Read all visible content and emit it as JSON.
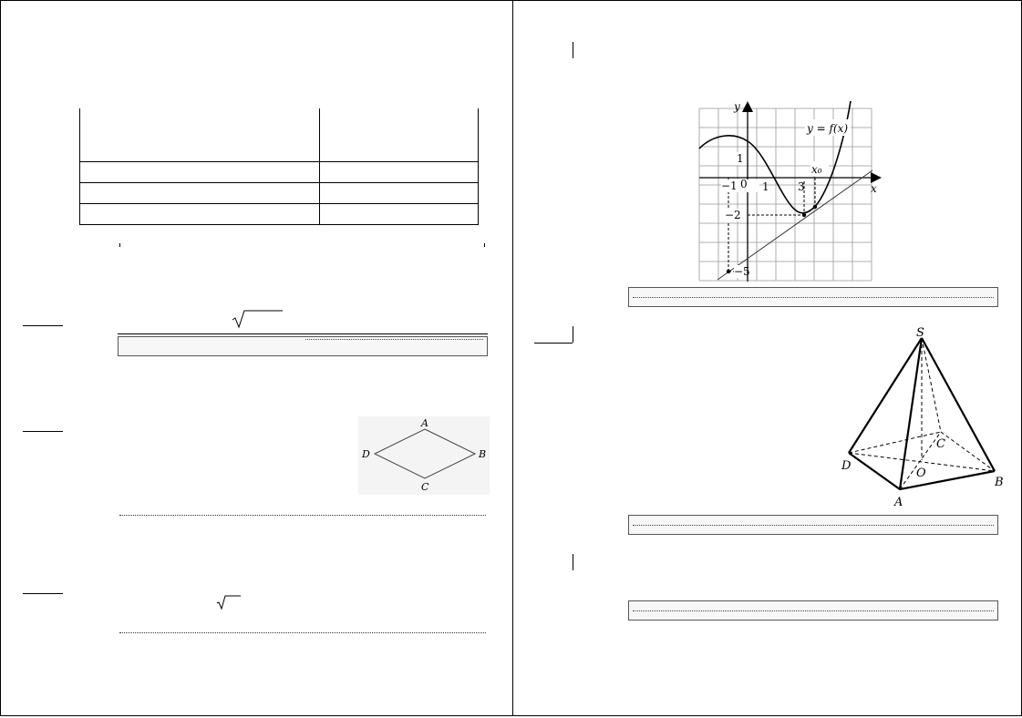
{
  "graph": {
    "x_axis_label": "x",
    "y_axis_label": "y",
    "function_label": "y = f(x)",
    "x_ticks": [
      "−1",
      "0",
      "1",
      "3",
      "x₀"
    ],
    "y_ticks": [
      "1",
      "−2",
      "−5"
    ]
  },
  "rhombus": {
    "vertices": [
      "A",
      "B",
      "C",
      "D"
    ]
  },
  "pyramid": {
    "vertices": [
      "S",
      "A",
      "B",
      "C",
      "D",
      "O"
    ]
  }
}
